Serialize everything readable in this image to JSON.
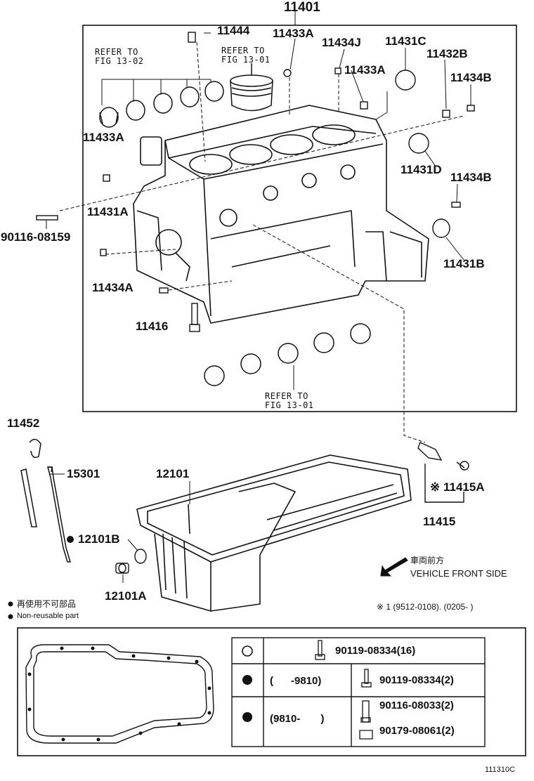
{
  "labels": {
    "p11401": "11401",
    "p11444": "11444",
    "p11433A_top": "11433A",
    "p11434J": "11434J",
    "p11431C": "11431C",
    "p11432B": "11432B",
    "p11433A_mid": "11433A",
    "p11434B_top": "11434B",
    "p11433A_left": "11433A",
    "p11431D": "11431D",
    "p11434B_mid": "11434B",
    "p11431A": "11431A",
    "p90116_08159": "90116-08159",
    "p11431B": "11431B",
    "p11434A": "11434A",
    "p11416": "11416",
    "p11452": "11452",
    "p15301": "15301",
    "p12101": "12101",
    "p11415A": "※ 11415A",
    "p11415": "11415",
    "p12101B": "12101B",
    "p12101A": "12101A"
  },
  "refs": {
    "ref1302": "REFER TO\nFIG 13-02",
    "ref1301_top": "REFER TO\nFIG 13-01",
    "ref1301_bottom": "REFER TO\nFIG 13-01"
  },
  "notes": {
    "vehicle_front_jp": "車両前方",
    "vehicle_front_en": "VEHICLE FRONT SIDE",
    "legend_jp": "再使用不可部品",
    "legend_en": "Non-reusable part",
    "footnote": "※ 1 (9512-0108). (0205-       )",
    "diagram_code": "111310C"
  },
  "table": {
    "row1_part": "90119-08334(16)",
    "row2_range": "(      -9810)",
    "row2_part": "90119-08334(2)",
    "row3_range": "(9810-       )",
    "row3_part_a": "90116-08033(2)",
    "row3_part_b": "90179-08061(2)"
  }
}
